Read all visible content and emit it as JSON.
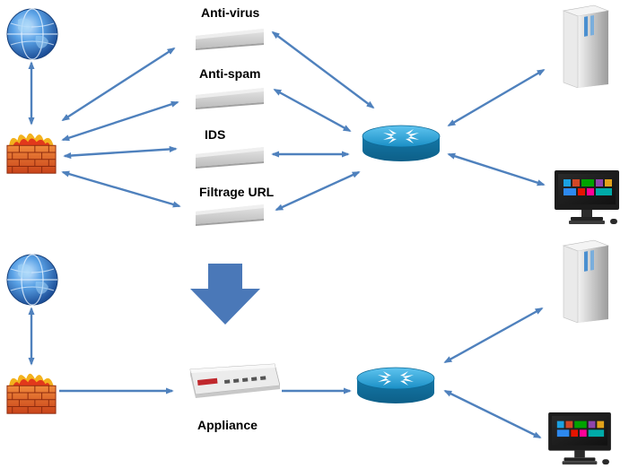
{
  "services": {
    "antivirus": "Anti-virus",
    "antispam": "Anti-spam",
    "ids": "IDS",
    "url_filter": "Filtrage URL"
  },
  "appliance": {
    "label": "Appliance"
  },
  "colors": {
    "arrow": "#4f81bd",
    "big_arrow": "#4a78b8",
    "router": "#1b90c8",
    "firewall": "#e2561a",
    "globe": "#2a74c8",
    "slab": "#d4d4d4",
    "appliance_accent": "#c0282d"
  },
  "icons": {
    "internet": "globe-icon",
    "firewall": "firewall-icon",
    "router": "router-icon",
    "server": "server-icon",
    "workstation": "computer-icon",
    "appliance": "appliance-icon",
    "transition": "down-arrow-icon"
  }
}
